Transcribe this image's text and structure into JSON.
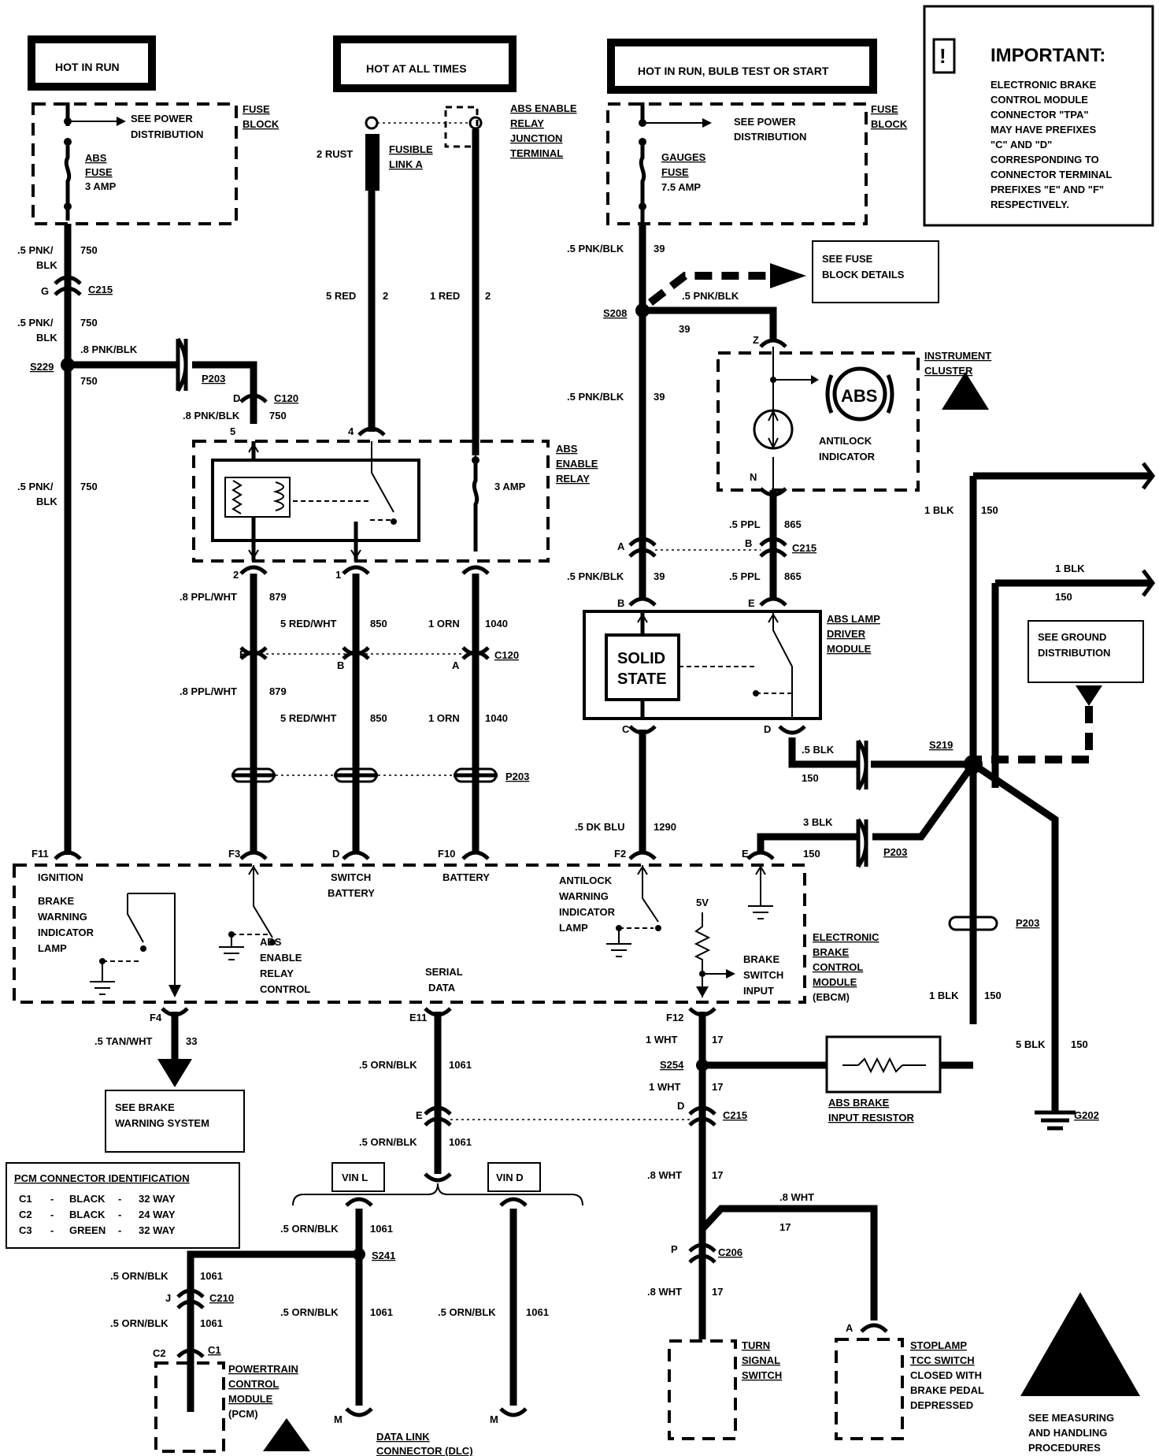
{
  "power": {
    "hot_in_run": "HOT IN RUN",
    "hot_at_all_times": "HOT AT ALL TIMES",
    "hot_run_bulb_start": "HOT IN RUN, BULB TEST OR START"
  },
  "important": {
    "title": "IMPORTANT:",
    "lines": [
      "ELECTRONIC BRAKE",
      "CONTROL MODULE",
      "CONNECTOR \"TPA\"",
      "MAY HAVE PREFIXES",
      "\"C\" AND \"D\"",
      "CORRESPONDING TO",
      "CONNECTOR TERMINAL",
      "PREFIXES \"E\" AND \"F\"",
      "RESPECTIVELY."
    ]
  },
  "fuse_block": {
    "label1": "FUSE",
    "label2": "BLOCK"
  },
  "see_power_dist": {
    "l1": "SEE POWER",
    "l2": "DISTRIBUTION"
  },
  "abs_fuse": {
    "l1": "ABS",
    "l2": "FUSE",
    "l3": "3 AMP"
  },
  "gauges_fuse": {
    "l1": "GAUGES",
    "l2": "FUSE",
    "l3": "7.5 AMP"
  },
  "fusible_link": {
    "wire": "2 RUST",
    "l1": "FUSIBLE",
    "l2": "LINK A"
  },
  "abs_relay_junction": {
    "l1": "ABS ENABLE",
    "l2": "RELAY",
    "l3": "JUNCTION",
    "l4": "TERMINAL"
  },
  "see_fuse_block_details": {
    "l1": "SEE FUSE",
    "l2": "BLOCK DETAILS"
  },
  "instrument_cluster": {
    "l1": "INSTRUMENT",
    "l2": "CLUSTER"
  },
  "antilock_indicator": {
    "badge": "ABS",
    "l1": "ANTILOCK",
    "l2": "INDICATOR"
  },
  "abs_enable_relay": {
    "l1": "ABS",
    "l2": "ENABLE",
    "l3": "RELAY",
    "fuse": "3 AMP"
  },
  "abs_lamp_driver": {
    "l1": "ABS LAMP",
    "l2": "DRIVER",
    "l3": "MODULE",
    "solid1": "SOLID",
    "solid2": "STATE"
  },
  "see_ground_dist": {
    "l1": "SEE GROUND",
    "l2": "DISTRIBUTION"
  },
  "wires": {
    "pnk_blk_5": ".5 PNK/",
    "blk": "BLK",
    "n750": "750",
    "pnk_blk_8": ".8 PNK/BLK",
    "pnk_blk_8b": ".8 PNK/BLK",
    "red5": "5 RED",
    "n2": "2",
    "red1": "1 RED",
    "pnk_blk_39a": ".5 PNK/BLK",
    "n39": "39",
    "pnk_blk_39b": ".5 PNK/BLK",
    "pnk_blk_39c": ".5 PNK/BLK",
    "pnk_blk_39d": ".5 PNK/BLK",
    "ppl5": ".5 PPL",
    "n865": "865",
    "blk1": "1 BLK",
    "n150": "150",
    "ppl_wht8": ".8 PPL/WHT",
    "n879": "879",
    "red_wht5": "5 RED/WHT",
    "n850": "850",
    "orn1": "1 ORN",
    "n1040": "1040",
    "dk_blu": ".5 DK BLU",
    "n1290": "1290",
    "blk5": ".5 BLK",
    "blk3": "3 BLK",
    "blk5b": "5 BLK",
    "tan_wht": ".5 TAN/WHT",
    "n33": "33",
    "orn_blk": ".5 ORN/BLK",
    "n1061": "1061",
    "wht1": "1 WHT",
    "n17": "17",
    "wht8": ".8 WHT"
  },
  "connectors": {
    "c215": "C215",
    "c120": "C120",
    "c206": "C206",
    "c210": "C210",
    "c1": "C1",
    "c2": "C2",
    "s229": "S229",
    "s208": "S208",
    "s219": "S219",
    "s254": "S254",
    "s241": "S241",
    "p203": "P203",
    "g202": "G202",
    "G": "G",
    "D": "D",
    "Z": "Z",
    "N": "N",
    "A": "A",
    "B": "B",
    "E": "E",
    "C": "C",
    "n5": "5",
    "n4": "4",
    "n2": "2",
    "n1": "1",
    "F11": "F11",
    "F3": "F3",
    "F10": "F10",
    "F2": "F2",
    "F4": "F4",
    "E11": "E11",
    "F12": "F12",
    "J": "J",
    "P": "P",
    "M": "M"
  },
  "ebcm": {
    "ignition": "IGNITION",
    "switch1": "SWITCH",
    "switch2": "BATTERY",
    "battery": "BATTERY",
    "brake_warn": [
      "BRAKE",
      "WARNING",
      "INDICATOR",
      "LAMP"
    ],
    "abs_relay_ctrl": [
      "ABS",
      "ENABLE",
      "RELAY",
      "CONTROL"
    ],
    "serial1": "SERIAL",
    "serial2": "DATA",
    "antilock_lamp": [
      "ANTILOCK",
      "WARNING",
      "INDICATOR",
      "LAMP"
    ],
    "v5": "5V",
    "brake_switch": [
      "BRAKE",
      "SWITCH",
      "INPUT"
    ],
    "name": [
      "ELECTRONIC",
      "BRAKE",
      "CONTROL",
      "MODULE",
      "(EBCM)"
    ]
  },
  "see_brake_warning": {
    "l1": "SEE BRAKE",
    "l2": "WARNING SYSTEM"
  },
  "vin_l": "VIN L",
  "vin_d": "VIN D",
  "pcm_table": {
    "title": "PCM CONNECTOR IDENTIFICATION",
    "rows": [
      [
        "C1",
        "-",
        "BLACK",
        "-",
        "32 WAY"
      ],
      [
        "C2",
        "-",
        "BLACK",
        "-",
        "24 WAY"
      ],
      [
        "C3",
        "-",
        "GREEN",
        "-",
        "32 WAY"
      ]
    ]
  },
  "pcm": {
    "l1": "POWERTRAIN",
    "l2": "CONTROL",
    "l3": "MODULE",
    "l4": "(PCM)"
  },
  "dlc": {
    "l1": "DATA LINK",
    "l2": "CONNECTOR (DLC)"
  },
  "abs_brake_resistor": {
    "l1": "ABS BRAKE",
    "l2": "INPUT RESISTOR"
  },
  "turn_signal": {
    "l1": "TURN",
    "l2": "SIGNAL",
    "l3": "SWITCH"
  },
  "stoplamp": {
    "l1": "STOPLAMP",
    "l2": "TCC SWITCH",
    "l3": "CLOSED WITH",
    "l4": "BRAKE PEDAL",
    "l5": "DEPRESSED"
  },
  "measuring": {
    "l1": "SEE MEASURING",
    "l2": "AND HANDLING",
    "l3": "PROCEDURES"
  }
}
